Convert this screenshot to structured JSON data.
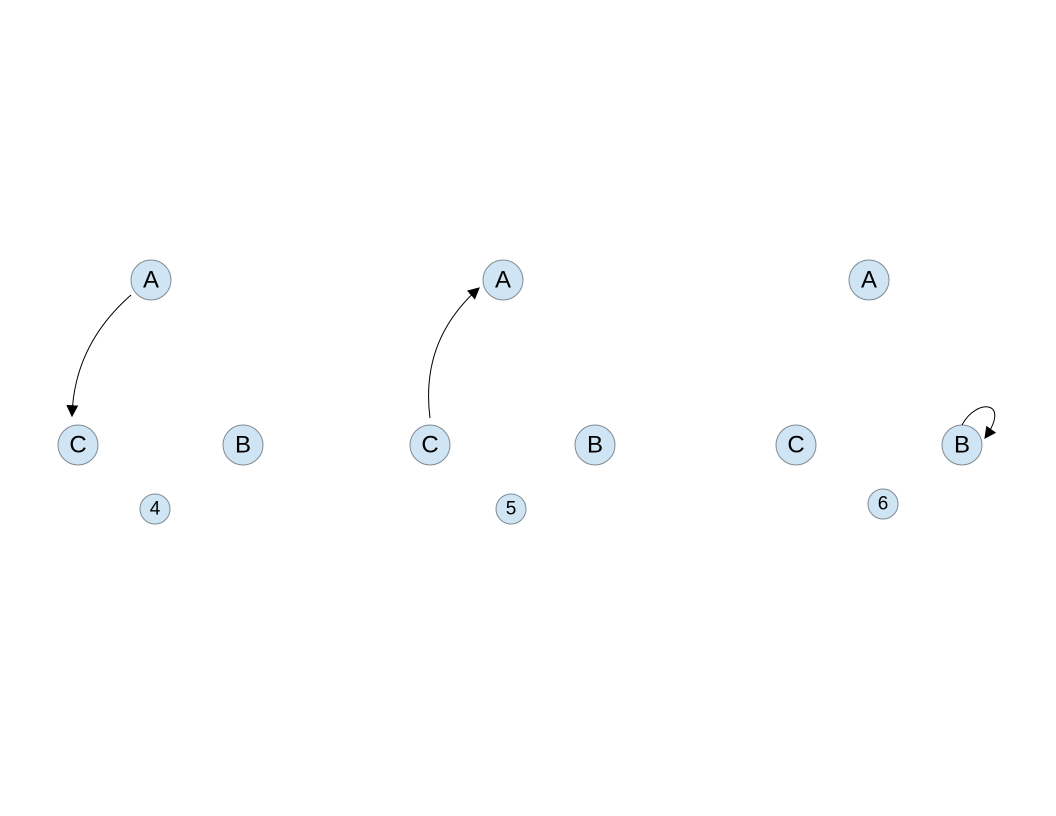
{
  "panels": [
    {
      "nodes": {
        "a": "A",
        "b": "B",
        "c": "C"
      },
      "step": "4",
      "edge": {
        "from": "A",
        "to": "C"
      }
    },
    {
      "nodes": {
        "a": "A",
        "b": "B",
        "c": "C"
      },
      "step": "5",
      "edge": {
        "from": "C",
        "to": "A"
      }
    },
    {
      "nodes": {
        "a": "A",
        "b": "B",
        "c": "C"
      },
      "step": "6",
      "edge": {
        "from": "B",
        "to": "B"
      }
    }
  ],
  "colors": {
    "node_fill": "#cfe5f4",
    "node_stroke": "#7f8a93",
    "edge": "#000000"
  }
}
